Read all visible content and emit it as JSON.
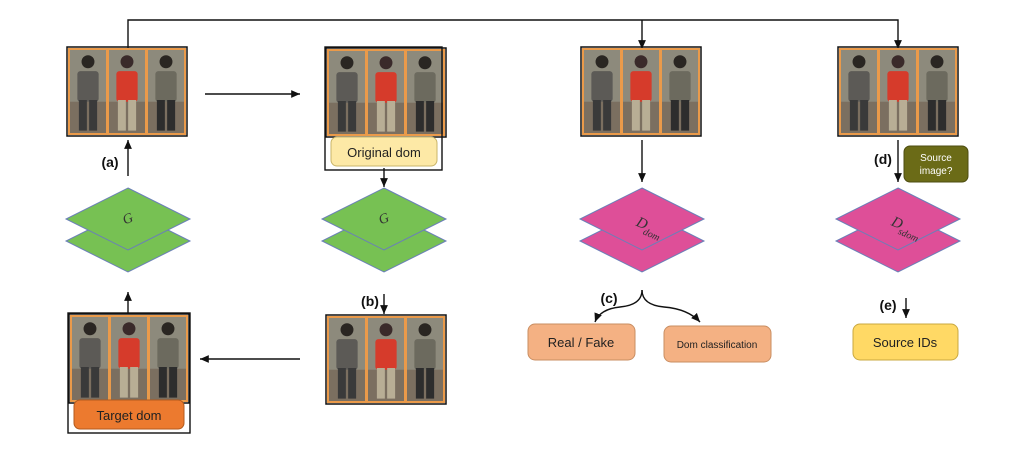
{
  "labels": {
    "a": "(a)",
    "b": "(b)",
    "c": "(c)",
    "d": "(d)",
    "e": "(e)"
  },
  "boxes": {
    "original_dom": "Original dom",
    "target_dom": "Target dom",
    "real_fake": "Real / Fake",
    "dom_classification": "Dom classification",
    "source_ids": "Source IDs",
    "source_image_line1": "Source",
    "source_image_line2": "image?"
  },
  "networks": {
    "generator": "G",
    "d_dom_main": "D",
    "d_dom_sub": "dom",
    "d_sdom_main": "D",
    "d_sdom_sub": "sdom"
  },
  "colors": {
    "generator_fill": "#77c153",
    "discriminator_fill": "#de4f98",
    "layer_stroke": "#6a7fb8",
    "photo_border": "#ea9a4a",
    "frame": "#111111",
    "original_dom_fill": "#fde9a6",
    "target_dom_fill": "#ec7a2f",
    "real_fake_fill": "#f4b183",
    "dom_classification_fill": "#f4b183",
    "source_ids_fill": "#ffd965",
    "source_image_fill": "#6b6b17"
  }
}
